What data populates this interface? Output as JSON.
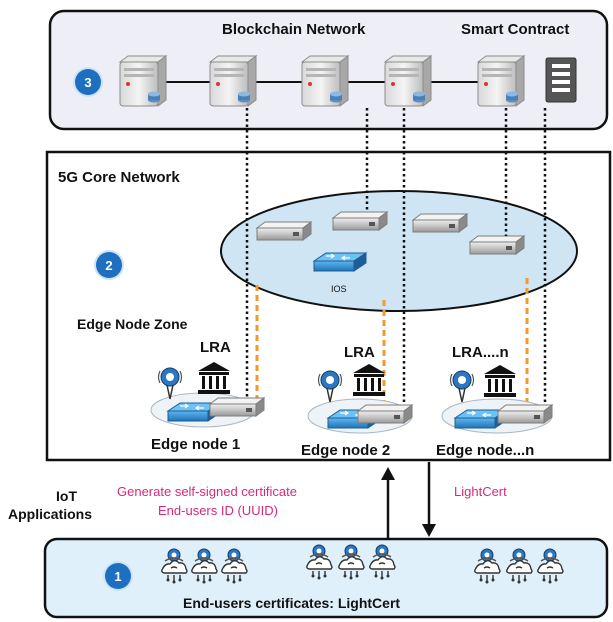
{
  "blockchain": {
    "title": "Blockchain Network",
    "smart_contract": "Smart Contract",
    "step": "3"
  },
  "core": {
    "title": "5G Core Network",
    "step": "2",
    "switch_label": "IOS",
    "zone_label": "Edge Node Zone"
  },
  "edge_nodes": [
    {
      "name": "Edge node 1",
      "lra": "LRA"
    },
    {
      "name": "Edge node 2",
      "lra": "LRA"
    },
    {
      "name": "Edge node...n",
      "lra": "LRA....n"
    }
  ],
  "iot": {
    "line1": "IoT",
    "line2": "Applications"
  },
  "flows": {
    "up_line1": "Generate self-signed certificate",
    "up_line2": "End-users ID (UUID)",
    "down": "LightCert"
  },
  "endusers": {
    "step": "1",
    "caption": "End-users certificates: LightCert"
  },
  "colors": {
    "blockchain_bg": "#eeeef6",
    "ellipse_fill": "#cfe5f4",
    "enduser_bg": "#dff0fb",
    "orange_link": "#f29a2e",
    "badge": "#1f6fc0",
    "pink_text": "#d42a7c"
  }
}
